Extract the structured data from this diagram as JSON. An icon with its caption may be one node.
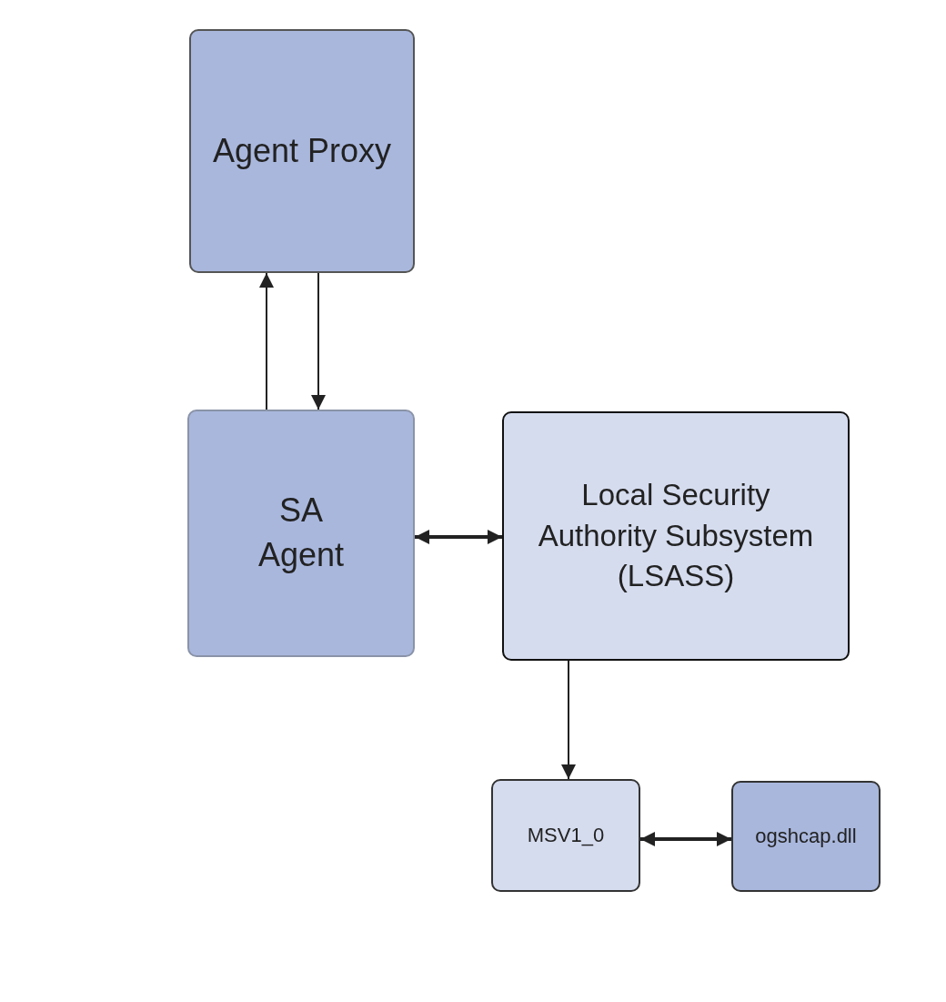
{
  "diagram": {
    "nodes": [
      {
        "text": [
          "Agent Proxy"
        ]
      },
      {
        "text": [
          "SA Agent"
        ]
      },
      {
        "text": [
          "Local Security Authority Subsystem (LSASS)"
        ]
      },
      {
        "text": [
          "MSV1_0"
        ]
      },
      {
        "text": [
          "ogshcap.dll"
        ]
      }
    ],
    "edges": [
      {
        "from": 1,
        "to": 0,
        "arrow": "to"
      },
      {
        "from": 0,
        "to": 1,
        "arrow": "to"
      },
      {
        "from": 1,
        "to": 2,
        "arrow": "both",
        "style": "thick"
      },
      {
        "from": 2,
        "to": 3,
        "arrow": "to"
      },
      {
        "from": 3,
        "to": 4,
        "arrow": "both",
        "style": "thick"
      }
    ]
  }
}
